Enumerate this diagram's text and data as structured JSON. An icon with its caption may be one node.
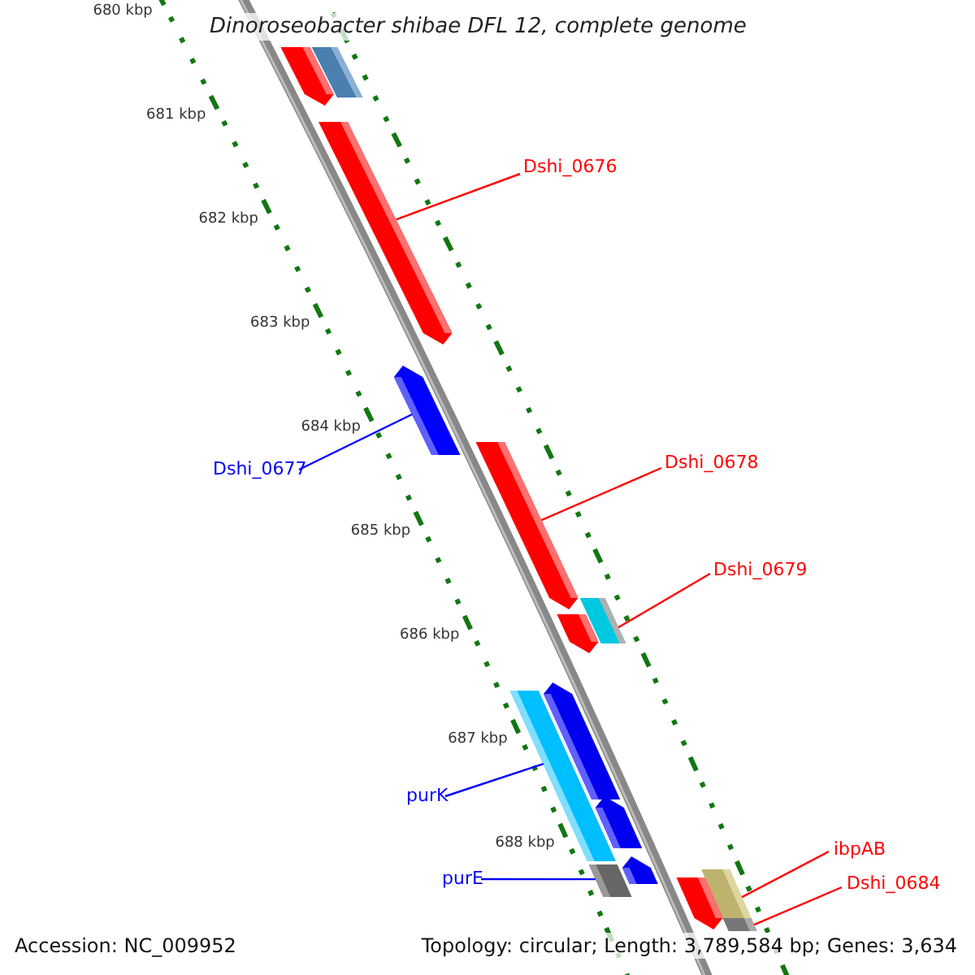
{
  "diagram": {
    "title": "Dinoroseobacter shibae DFL 12, complete genome",
    "nodes": [
      {
        "text": [],
        "shape": "bar"
      },
      {
        "text": [],
        "shape": "bar"
      },
      {
        "text": [],
        "shape": "bar"
      },
      {
        "text": [
          "Dshi_0676"
        ]
      },
      {
        "text": [],
        "shape": "bar"
      },
      {
        "text": [],
        "shape": "bar"
      },
      {
        "text": [
          "Dshi_0678"
        ]
      },
      {
        "text": [
          "Dshi_0677"
        ]
      },
      {
        "text": [
          "Dshi_0679"
        ]
      },
      {
        "text": [],
        "shape": "bar"
      },
      {
        "text": [],
        "shape": "bar"
      },
      {
        "text": [],
        "shape": "bar"
      },
      {
        "text": [],
        "shape": "bar"
      },
      {
        "text": [
          "purK"
        ]
      },
      {
        "text": [],
        "shape": "bar"
      },
      {
        "text": [],
        "shape": "bar"
      },
      {
        "text": [],
        "shape": "bar"
      },
      {
        "text": [
          "purE"
        ]
      },
      {
        "text": [],
        "shape": "bar"
      },
      {
        "text": [
          "ibpAB"
        ]
      },
      {
        "text": [],
        "shape": "bar"
      },
      {
        "text": [
          "Dshi_0684"
        ]
      },
      {
        "text": [],
        "shape": "bar"
      }
    ],
    "edges": [
      {
        "from": 3,
        "to": 2,
        "arrow": "none"
      },
      {
        "from": 7,
        "to": 4,
        "arrow": "none",
        "color": "#0000ff"
      },
      {
        "from": 6,
        "to": 5,
        "arrow": "none"
      },
      {
        "from": 8,
        "to": 9,
        "arrow": "none"
      },
      {
        "from": 13,
        "to": 12,
        "arrow": "none",
        "color": "#0000ff"
      },
      {
        "from": 17,
        "to": 16,
        "arrow": "none",
        "color": "#0000ff"
      },
      {
        "from": 19,
        "to": 18,
        "arrow": "none"
      },
      {
        "from": 21,
        "to": 22,
        "arrow": "none"
      }
    ],
    "labels": [
      "680 kbp",
      "681 kbp",
      "682 kbp",
      "683 kbp",
      "684 kbp",
      "685 kbp",
      "686 kbp",
      "687 kbp",
      "688 kbp",
      "Accession: NC_009952",
      "Topology: circular; Length: 3,789,584 bp; Genes: 3,634"
    ]
  }
}
